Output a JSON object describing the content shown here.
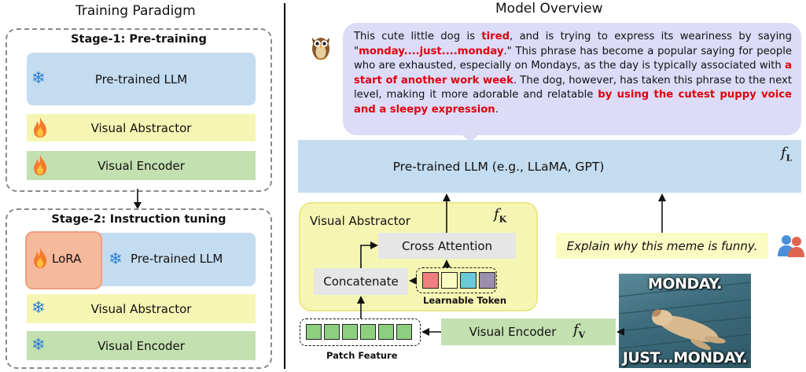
{
  "left": {
    "heading": "Training Paradigm",
    "stage1": {
      "title": "Stage-1: Pre-training",
      "llm": "Pre-trained  LLM",
      "abstractor": "Visual Abstractor",
      "encoder": "Visual Encoder"
    },
    "stage2": {
      "title": "Stage-2: Instruction tuning",
      "lora": "LoRA",
      "llm": "Pre-trained  LLM",
      "abstractor": "Visual Abstractor",
      "encoder": "Visual Encoder"
    }
  },
  "right": {
    "heading": "Model Overview",
    "response": {
      "p1": "This cute little dog is ",
      "h1": "tired",
      "p2": ", and is trying to express its weariness by saying \"",
      "h2": "monday....just....monday",
      "p3": ".\" This phrase has become a popular saying for people who are exhausted, especially on Mondays, as the day is typically associated with ",
      "h3": "a start of another work week",
      "p4": ". The dog, however, has taken this phrase to the next level, making it more adorable and relatable ",
      "h4": "by using the cutest puppy voice and a sleepy expression",
      "p5": "."
    },
    "llm": "Pre-trained  LLM (e.g., LLaMA, GPT)",
    "llm_symbol": "f",
    "llm_sub": "L",
    "abstractor_label": "Visual Abstractor",
    "abstractor_symbol": "f",
    "abstractor_sub": "K",
    "cross_attention": "Cross Attention",
    "concatenate": "Concatenate",
    "learnable_token": "Learnable Token",
    "patch_feature": "Patch Feature",
    "encoder": "Visual Encoder",
    "encoder_symbol": "f",
    "encoder_sub": "V",
    "prompt": "Explain why this meme is funny.",
    "meme_top": "MONDAY.",
    "meme_bottom": "JUST...MONDAY.",
    "token_colors": [
      "#f07f7f",
      "#fbfbc4",
      "#6cc9d8",
      "#9b8fae"
    ],
    "patch_color": "#8dcf7f"
  }
}
